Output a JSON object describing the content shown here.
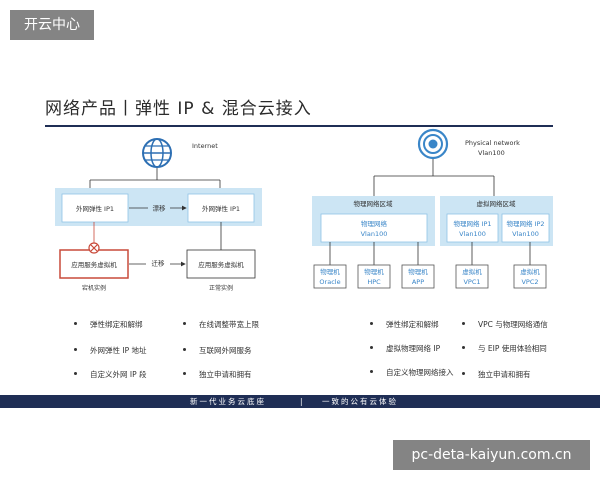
{
  "watermark_top": "开云中心",
  "watermark_bottom": "pc-deta-kaiyun.com.cn",
  "title": "网络产品丨弹性 IP & 混合云接入",
  "left": {
    "internet_label": "Internet",
    "eip_box_1": "外网弹性 IP1",
    "eip_box_2": "外网弹性 IP1",
    "drift_label": "漂移",
    "migrate_label": "迁移",
    "vm_failed": "应用服务虚拟机",
    "vm_normal": "应用服务虚拟机",
    "failed_caption": "宕机实例",
    "normal_caption": "正常实例"
  },
  "right": {
    "physical_label": "Physical network",
    "physical_vlan": "Vlan100",
    "zone_physical": "物理网络区域",
    "zone_virtual": "虚拟网络区域",
    "phys_net_name": "物理网络",
    "phys_net_vlan": "Vlan100",
    "virt_ip1_name": "物理网络 IP1",
    "virt_ip1_vlan": "Vlan100",
    "virt_ip2_name": "物理网络 IP2",
    "virt_ip2_vlan": "Vlan100",
    "machines": [
      {
        "name": "物理机",
        "sub": "Oracle"
      },
      {
        "name": "物理机",
        "sub": "HPC"
      },
      {
        "name": "物理机",
        "sub": "APP"
      },
      {
        "name": "虚拟机",
        "sub": "VPC1"
      },
      {
        "name": "虚拟机",
        "sub": "VPC2"
      }
    ]
  },
  "bullets": {
    "col1": [
      "弹性绑定和解绑",
      "外网弹性 IP 地址",
      "自定义外网 IP 段"
    ],
    "col2": [
      "在线调整带宽上限",
      "互联网外网服务",
      "独立申请和拥有"
    ],
    "col3": [
      "弹性绑定和解绑",
      "虚拟物理网络 IP",
      "自定义物理网络接入"
    ],
    "col4": [
      "VPC 与物理网络通信",
      "与 EIP 使用体验相同",
      "独立申请和拥有"
    ]
  },
  "footer": {
    "left": "新一代业务云底座",
    "divider": "|",
    "right": "一致的公有云体验"
  },
  "colors": {
    "navy": "#1f2e55",
    "light_blue": "#cce5f4",
    "box_border": "#8fc3e6",
    "accent_blue": "#3a86c8",
    "alert_red": "#c94a3a"
  }
}
